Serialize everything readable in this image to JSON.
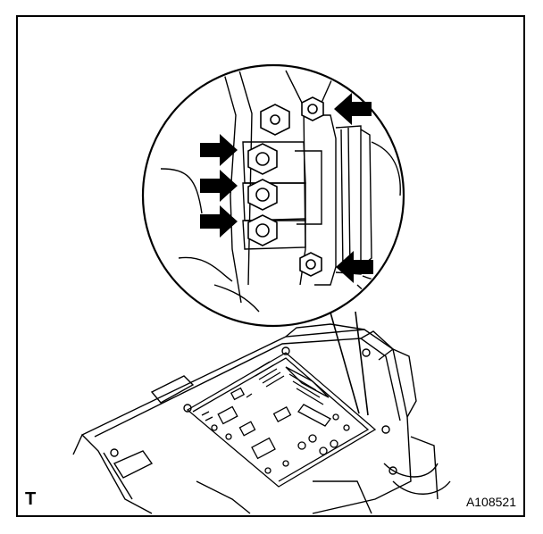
{
  "labels": {
    "left_code": "T",
    "figure_id": "A108521"
  },
  "icons": {
    "arrow": "arrow-right-icon",
    "bolt": "hex-bolt-icon"
  },
  "callouts": {
    "arrow_count": 5,
    "bolt_count": 6
  },
  "colors": {
    "line": "#000000",
    "background": "#ffffff"
  }
}
